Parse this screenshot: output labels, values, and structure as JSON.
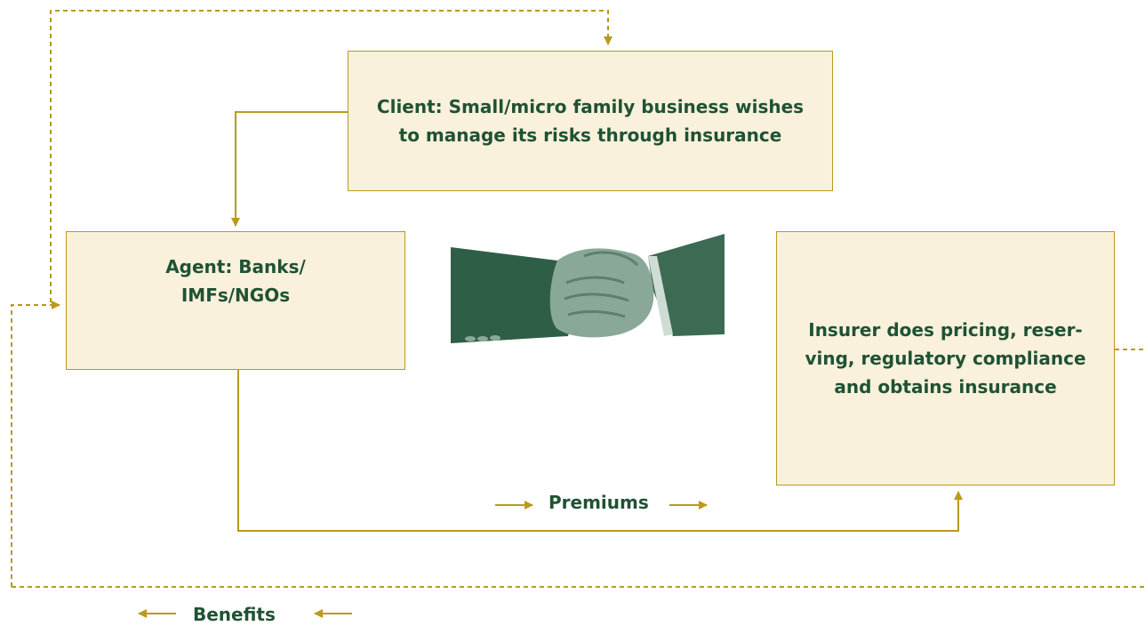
{
  "boxes": {
    "client": "Client: Small/micro family business wishes\nto manage its risks through insurance",
    "agent": "Agent: Banks/\nIMFs/NGOs",
    "insurer": "Insurer does pricing, reser-\nving, regulatory compliance\nand obtains insurance"
  },
  "flows": {
    "premiums": "Premiums",
    "benefits": "Benefits"
  },
  "illustration": {
    "icon": "handshake-icon"
  },
  "colors": {
    "connector": "#b99a1e",
    "box_fill": "#f9f1dc",
    "text": "#1f5234",
    "left_sleeve": "#2f5e47",
    "right_sleeve": "#3c6a53",
    "hands": "#8aa898"
  }
}
